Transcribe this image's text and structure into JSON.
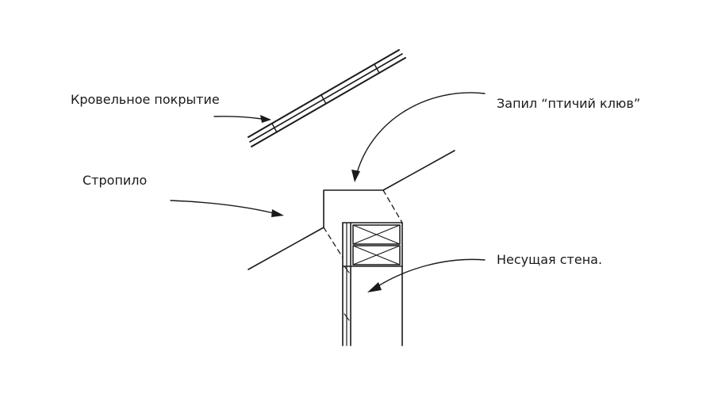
{
  "labels": {
    "roof_covering": "Кровельное покрытие",
    "birdsmouth_cut": "Запил “птичий клюв”",
    "rafter": "Стропило",
    "bearing_wall": "Несущая стена."
  },
  "colors": {
    "background": "#ffffff",
    "ink": "#1a1a1a"
  }
}
